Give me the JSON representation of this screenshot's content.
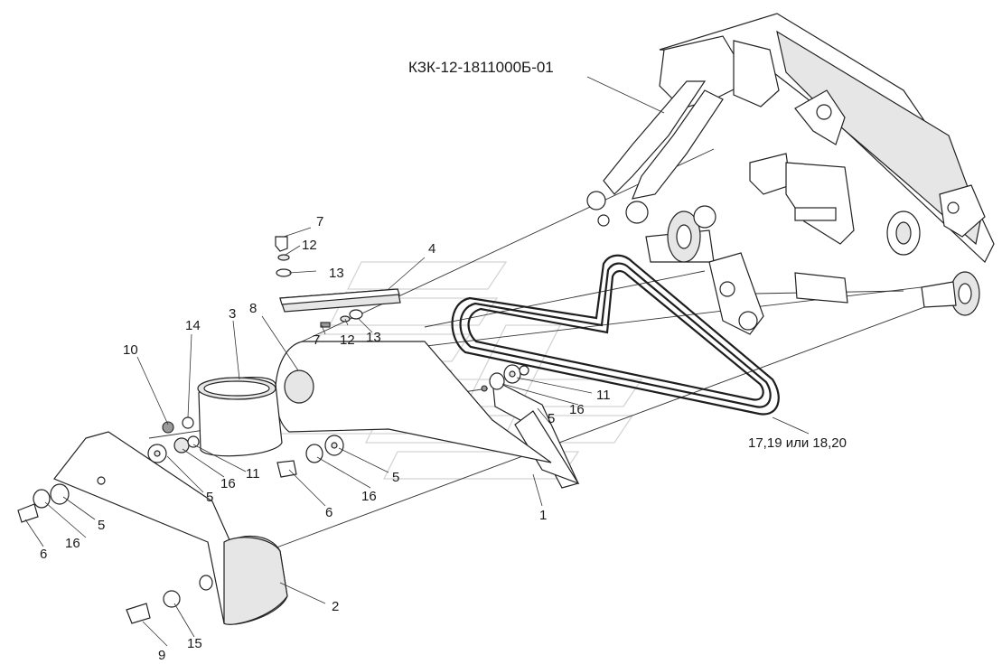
{
  "diagram": {
    "assembly_label": "КЗК-12-1811000Б-01",
    "belt_label": "17,19 или 18,20",
    "callouts": [
      {
        "id": "c1",
        "text": "1"
      },
      {
        "id": "c2",
        "text": "2"
      },
      {
        "id": "c3",
        "text": "3"
      },
      {
        "id": "c4",
        "text": "4"
      },
      {
        "id": "c5a",
        "text": "5"
      },
      {
        "id": "c5b",
        "text": "5"
      },
      {
        "id": "c5c",
        "text": "5"
      },
      {
        "id": "c5d",
        "text": "5"
      },
      {
        "id": "c6a",
        "text": "6"
      },
      {
        "id": "c6b",
        "text": "6"
      },
      {
        "id": "c7a",
        "text": "7"
      },
      {
        "id": "c7b",
        "text": "7"
      },
      {
        "id": "c8",
        "text": "8"
      },
      {
        "id": "c9",
        "text": "9"
      },
      {
        "id": "c10",
        "text": "10"
      },
      {
        "id": "c11a",
        "text": "11"
      },
      {
        "id": "c11b",
        "text": "11"
      },
      {
        "id": "c12a",
        "text": "12"
      },
      {
        "id": "c12b",
        "text": "12"
      },
      {
        "id": "c13a",
        "text": "13"
      },
      {
        "id": "c13b",
        "text": "13"
      },
      {
        "id": "c14",
        "text": "14"
      },
      {
        "id": "c15",
        "text": "15"
      },
      {
        "id": "c16a",
        "text": "16"
      },
      {
        "id": "c16b",
        "text": "16"
      },
      {
        "id": "c16c",
        "text": "16"
      },
      {
        "id": "c16d",
        "text": "16"
      }
    ]
  }
}
